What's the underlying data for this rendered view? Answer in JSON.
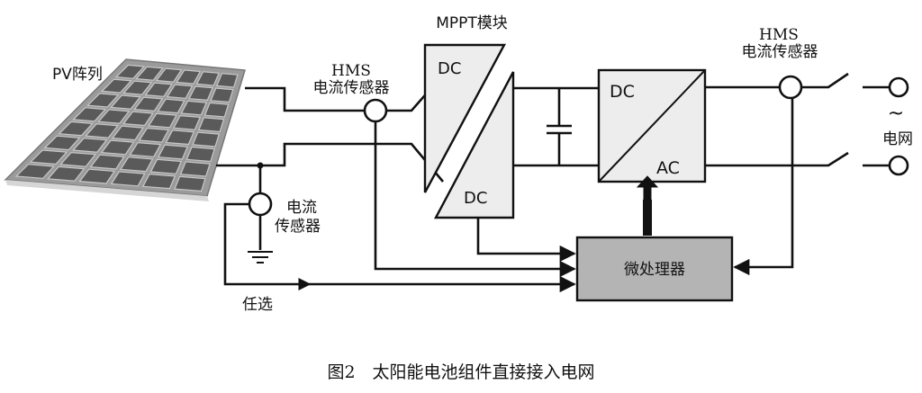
{
  "labels": {
    "pv_array": "PV阵列",
    "hms1_line1": "HMS",
    "hms1_line2": "电流传感器",
    "mppt_title": "MPPT模块",
    "mppt_dc_top": "DC",
    "mppt_dc_bottom": "DC",
    "inverter_dc": "DC",
    "inverter_ac": "AC",
    "hms2_line1": "HMS",
    "hms2_line2": "电流传感器",
    "tilde": "~",
    "grid": "电网",
    "sensor_line1": "电流",
    "sensor_line2": "传感器",
    "microprocessor": "微处理器",
    "optional": "任选"
  },
  "caption": "图2　太阳能电池组件直接接入电网"
}
